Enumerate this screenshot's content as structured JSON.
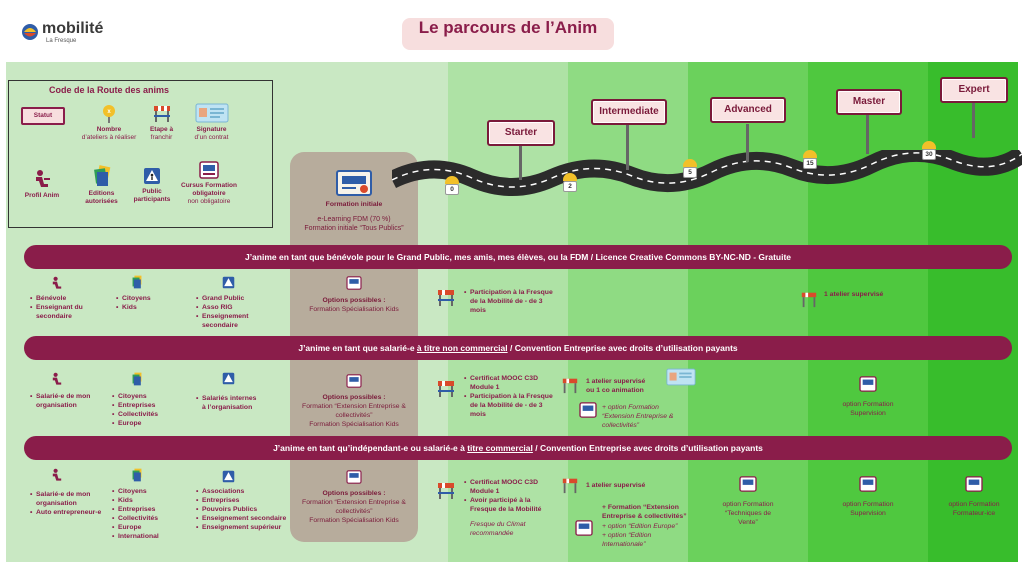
{
  "logo": {
    "word": "mobilité",
    "sub": "La Fresque"
  },
  "title": "Le parcours de l’Anim",
  "legend": {
    "title": "Code de la Route des anims",
    "statut": "Statut",
    "nombre": [
      "Nombre",
      "d’ateliers à réaliser"
    ],
    "etape": [
      "Etape à",
      "franchir"
    ],
    "signature": [
      "Signature",
      "d’un contrat"
    ],
    "profil": "Profil Anim",
    "editions": [
      "Editions",
      "autorisées"
    ],
    "public": [
      "Public",
      "participants"
    ],
    "cursus": [
      "Cursus Formation",
      "obligatoire"
    ],
    "cursus_sub": "non obligatoire"
  },
  "levels": {
    "starter": "Starter",
    "intermediate": "Intermediate",
    "advanced": "Advanced",
    "master": "Master",
    "expert": "Expert"
  },
  "milestones": [
    "0",
    "2",
    "5",
    "15",
    "30"
  ],
  "formation": {
    "title": "Formation initiale",
    "line1": "e-Learning FDM (70 %)",
    "line2": "Formation initiale “Tous Publics”"
  },
  "banners": {
    "b1": "J’anime en tant que bénévole pour le Grand Public, mes amis, mes élèves, ou la FDM  / Licence Creative Commons BY-NC-ND - Gratuite",
    "b2_pre": "J’anime en tant que salarié-e ",
    "b2_u": "à titre non commercial",
    "b2_post": " / Convention Entreprise avec droits d’utilisation payants",
    "b3_pre": "J’anime en tant qu’indépendant-e ou salarié-e à ",
    "b3_u": "titre commercial",
    "b3_post": " / Convention Entreprise avec droits d’utilisation payants"
  },
  "row1": {
    "profil": [
      "Bénévole",
      "Enseignant du secondaire"
    ],
    "editions": [
      "Citoyens",
      "Kids"
    ],
    "public": [
      "Grand Public",
      "Asso RIG",
      "Enseignement secondaire"
    ],
    "options_h": "Options possibles :",
    "options": "Formation Spécialisation Kids",
    "starter": [
      "Participation à la Fresque de la Mobilité de - de 3 mois"
    ],
    "master": "1 atelier supervisé"
  },
  "row2": {
    "profil": [
      "Salarié-e de mon organisation"
    ],
    "editions": [
      "Citoyens",
      "Entreprises",
      "Collectivités",
      "Europe"
    ],
    "public": [
      "Salariés internes à l’organisation"
    ],
    "options_h": "Options possibles :",
    "options1": "Formation “Extension Entreprise &",
    "options2": "collectivités”",
    "options3": "Formation Spécialisation Kids",
    "starter": [
      "Certificat MOOC C3D Module 1",
      "Participation à la Fresque de la Mobilité de - de 3 mois"
    ],
    "inter1": "1 atelier supervisé",
    "inter2": "ou 1 co animation",
    "inter_opt1": "+ option Formation",
    "inter_opt2": "“Extension Entreprise &",
    "inter_opt3": "collectivités”",
    "master_opt1": "option Formation",
    "master_opt2": "Supervision"
  },
  "row3": {
    "profil": [
      "Salarié-e de mon organisation",
      "Auto entrepreneur-e"
    ],
    "editions": [
      "Citoyens",
      "Kids",
      "Entreprises",
      "Collectivités",
      "Europe",
      "International"
    ],
    "public": [
      "Associations",
      "Entreprises",
      "Pouvoirs Publics",
      "Enseignement secondaire",
      "Enseignement supérieur"
    ],
    "options_h": "Options possibles :",
    "options1": "Formation “Extension Entreprise &",
    "options2": "collectivités”",
    "options3": "Formation Spécialisation Kids",
    "starter": [
      "Certificat MOOC C3D Module 1",
      "Avoir participé à la Fresque de la Mobilité"
    ],
    "starter_ital1": "Fresque du Climat",
    "starter_ital2": "recommandée",
    "inter": "1 atelier supervisé",
    "inter_b1": "+ Formation “Extension",
    "inter_b2": "Entreprise & collectivités”",
    "inter_i1": "+ option “Edition Europe”",
    "inter_i2": "+ option “Edition",
    "inter_i3": "Internationale”",
    "adv1": "option Formation",
    "adv2": "“Techniques de",
    "adv3": "Vente”",
    "master1": "option Formation",
    "master2": "Supervision",
    "expert1": "option Formation",
    "expert2": "Formateur-ice"
  },
  "colors": {
    "banner": "#8a1d4a",
    "text": "#8a1d4a",
    "road": "#2b2b2b"
  }
}
